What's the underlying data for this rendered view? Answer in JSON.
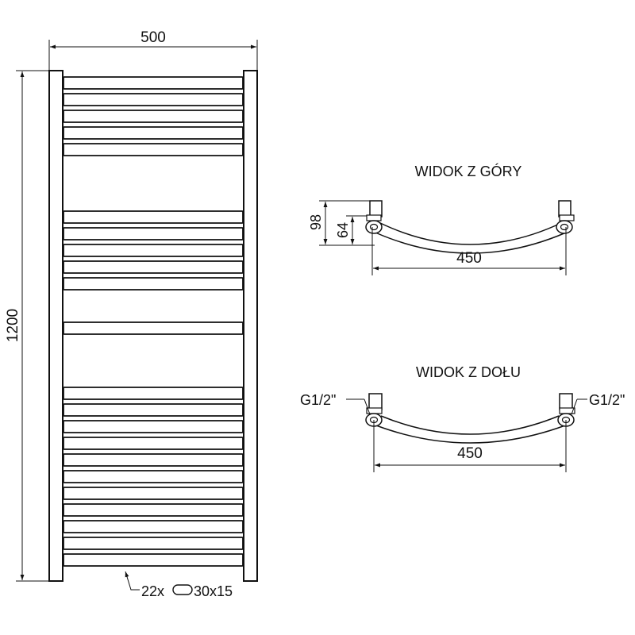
{
  "front_view": {
    "width_label": "500",
    "height_label": "1200",
    "bar_count": 22,
    "bar_count_label": "22x",
    "bar_size_label": "30x15"
  },
  "top_view": {
    "title": "WIDOK Z GÓRY",
    "depth_label_1": "98",
    "depth_label_2": "64",
    "spacing_label": "450"
  },
  "bottom_view": {
    "title": "WIDOK Z DOŁU",
    "thread_label_left": "G1/2\"",
    "thread_label_right": "G1/2\"",
    "spacing_label": "450"
  }
}
